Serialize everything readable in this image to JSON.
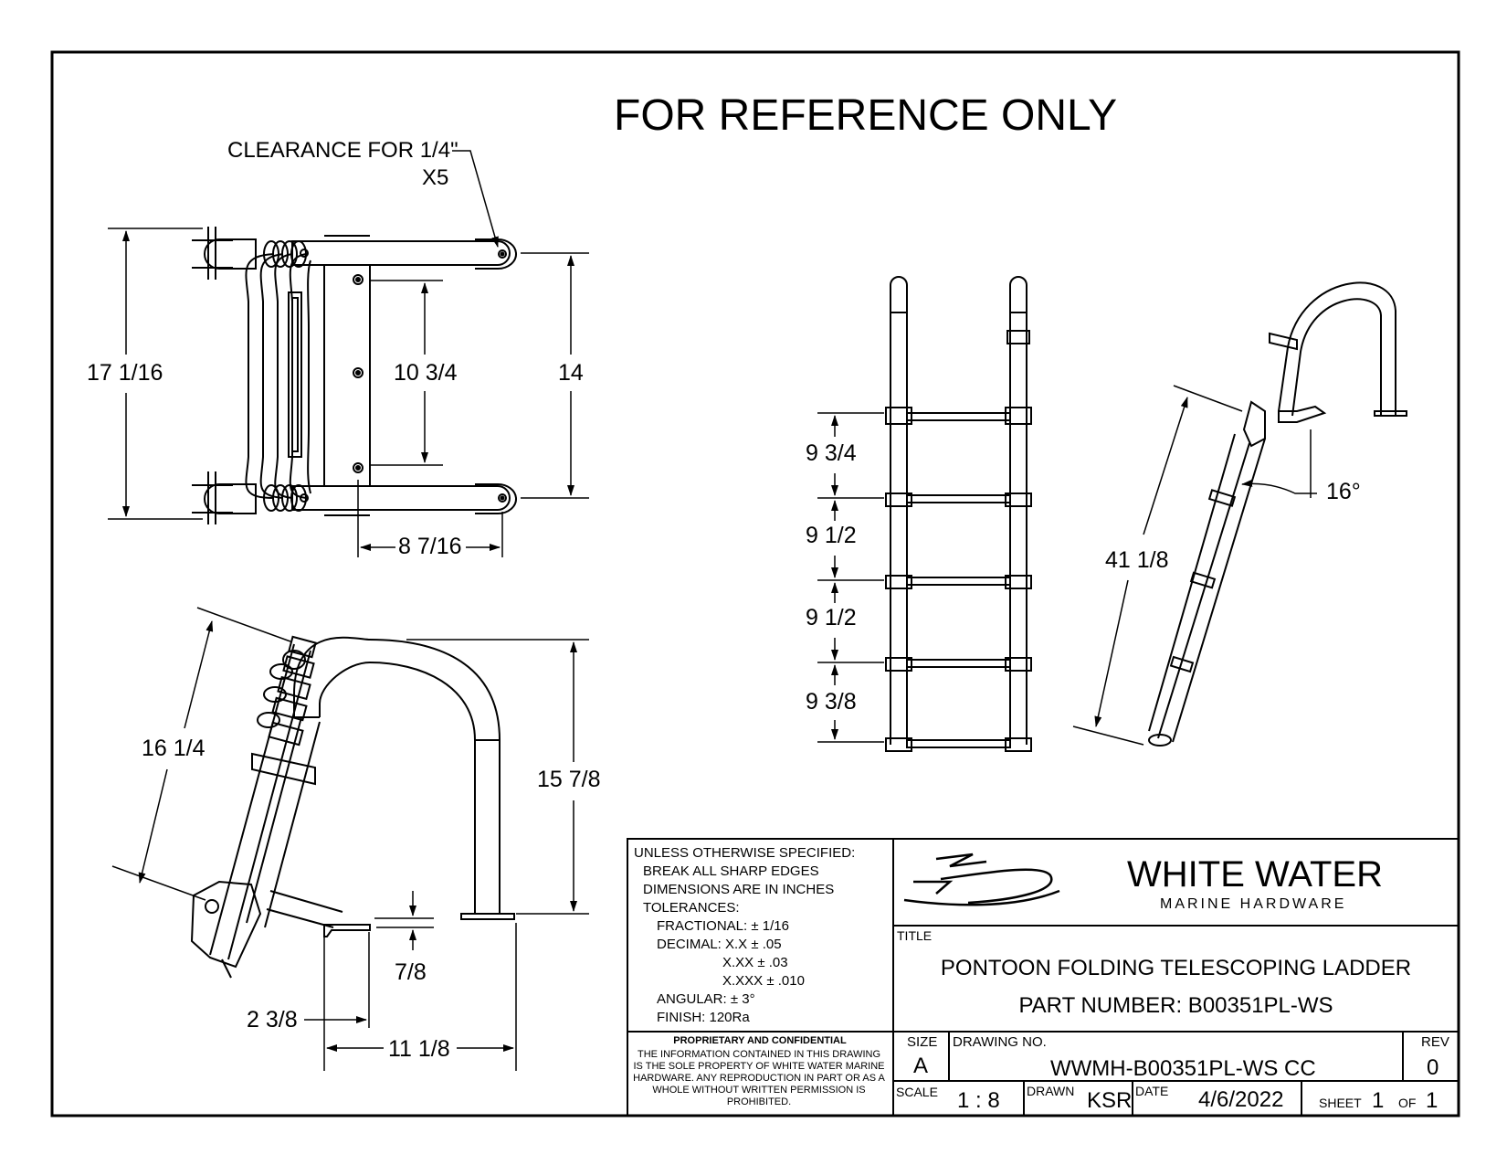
{
  "banner": "FOR REFERENCE ONLY",
  "callouts": {
    "clearance_line1": "CLEARANCE FOR 1/4\"",
    "clearance_line2": "X5"
  },
  "dimensions": {
    "top_overall_height": "17 1/16",
    "top_inner_span": "10 3/4",
    "top_arm_span": "14",
    "top_depth": "8 7/16",
    "side_ladder_length": "16 1/4",
    "side_height": "15 7/8",
    "side_foot_height": "7/8",
    "side_offset": "2 3/8",
    "side_reach": "11 1/8",
    "front_step1": "9 3/4",
    "front_step2": "9 1/2",
    "front_step3": "9 1/2",
    "front_step4": "9 3/8",
    "iso_length": "41 1/8",
    "iso_angle": "16°"
  },
  "notes": {
    "line1": "UNLESS OTHERWISE SPECIFIED:",
    "line2": "BREAK ALL SHARP EDGES",
    "line3": "DIMENSIONS ARE IN INCHES",
    "line4": "TOLERANCES:",
    "fractional": "FRACTIONAL:  ± 1/16",
    "decimal1": "DECIMAL: X.X ± .05",
    "decimal2": "X.XX ± .03",
    "decimal3": "X.XXX ± .010",
    "angular": "ANGULAR: ± 3°",
    "finish": "FINISH: 120Ra"
  },
  "proprietary": {
    "heading": "PROPRIETARY AND CONFIDENTIAL",
    "body": "THE INFORMATION CONTAINED IN THIS DRAWING IS THE SOLE PROPERTY OF WHITE WATER MARINE HARDWARE. ANY REPRODUCTION IN PART OR AS A WHOLE WITHOUT WRITTEN PERMISSION IS PROHIBITED."
  },
  "company": {
    "name": "WHITE WATER",
    "tagline": "MARINE HARDWARE"
  },
  "title_block": {
    "title_label": "TITLE",
    "title_line1": "PONTOON FOLDING TELESCOPING LADDER",
    "title_line2": "PART NUMBER: B00351PL-WS",
    "size_label": "SIZE",
    "size_value": "A",
    "drawing_no_label": "DRAWING NO.",
    "drawing_no_value": "WWMH-B00351PL-WS CC",
    "rev_label": "REV",
    "rev_value": "0",
    "scale_label": "SCALE",
    "scale_value": "1 : 8",
    "drawn_label": "DRAWN",
    "drawn_value": "KSR",
    "date_label": "DATE",
    "date_value": "4/6/2022",
    "sheet_label": "SHEET",
    "sheet_value": "1",
    "of_label": "OF",
    "of_value": "1"
  }
}
